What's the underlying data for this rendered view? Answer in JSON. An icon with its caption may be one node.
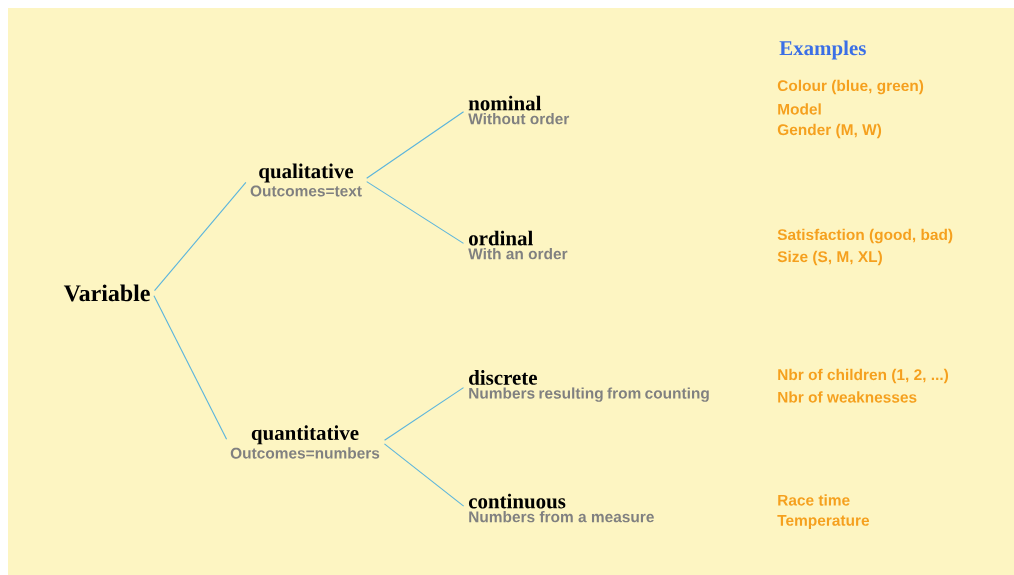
{
  "diagram": {
    "nodes": [
      {
        "text": [
          "Variable"
        ]
      },
      {
        "text": [
          "qualitative",
          "Outcomes=text"
        ]
      },
      {
        "text": [
          "quantitative",
          "Outcomes=numbers"
        ]
      },
      {
        "text": [
          "nominal",
          "Without order"
        ]
      },
      {
        "text": [
          "ordinal",
          "With an order"
        ]
      },
      {
        "text": [
          "discrete",
          "Numbers resulting from counting"
        ]
      },
      {
        "text": [
          "continuous",
          "Numbers from a measure"
        ]
      }
    ],
    "edges": [
      {
        "from": 0,
        "to": 1,
        "arrow": "none"
      },
      {
        "from": 0,
        "to": 2,
        "arrow": "none"
      },
      {
        "from": 1,
        "to": 3,
        "arrow": "none"
      },
      {
        "from": 1,
        "to": 4,
        "arrow": "none"
      },
      {
        "from": 2,
        "to": 5,
        "arrow": "none"
      },
      {
        "from": 2,
        "to": 6,
        "arrow": "none"
      }
    ],
    "labels": [
      "Examples",
      "Colour (blue, green)",
      "Model",
      "Gender (M, W)",
      "Satisfaction (good, bad)",
      "Size (S, M, XL)",
      "Nbr of children (1, 2, ...)",
      "Nbr of weaknesses",
      "Race time",
      "Temperature"
    ]
  }
}
